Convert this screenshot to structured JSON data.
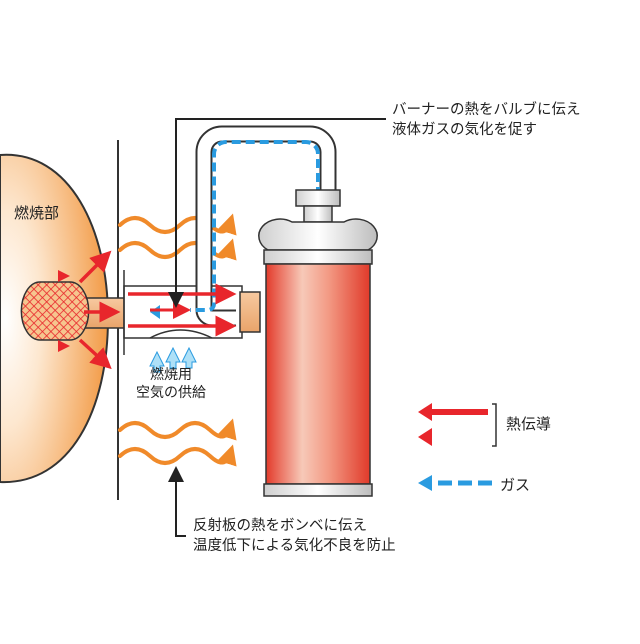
{
  "labels": {
    "burner": "燃焼部",
    "air_supply": [
      "燃焼用",
      "空気の供給"
    ],
    "top_note": [
      "バーナーの熱をバルブに伝え",
      "液体ガスの気化を促す"
    ],
    "bottom_note": [
      "反射板の熱をボンベに伝え",
      "温度低下による気化不良を防止"
    ]
  },
  "legend": {
    "heat_conduction": "熱伝導",
    "gas": "ガス"
  },
  "colors": {
    "heat_red": "#e8262c",
    "heat_orange": "#f29a2e",
    "gas_blue": "#2a9be0",
    "canister_red": "#e64a35",
    "burner_orange": "#f2a65a",
    "outline": "#333333"
  }
}
